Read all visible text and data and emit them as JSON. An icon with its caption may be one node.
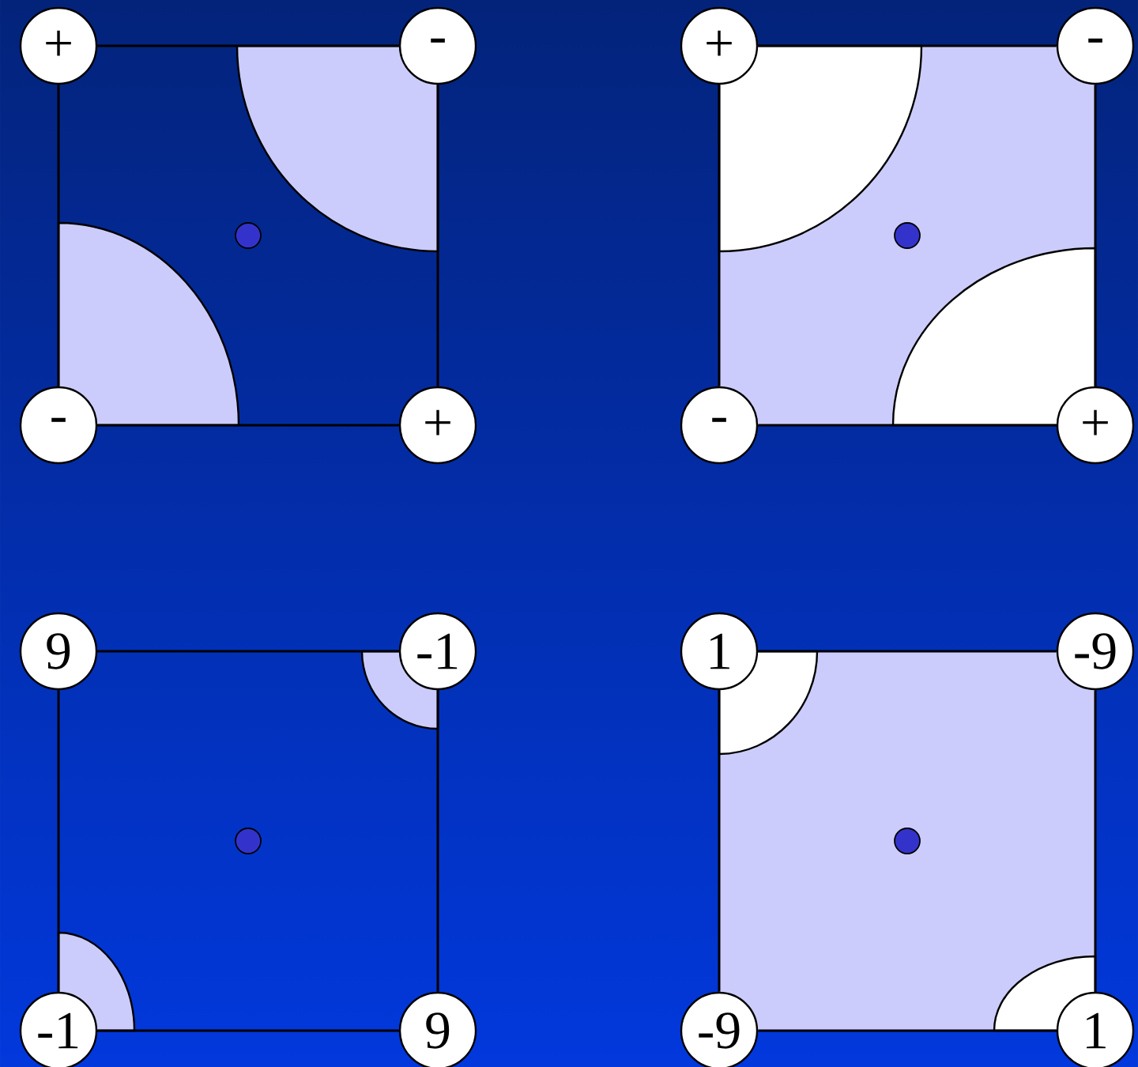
{
  "diagram": {
    "nodes": [
      {
        "text": [
          "+"
        ]
      },
      {
        "text": [
          "-"
        ]
      },
      {
        "text": [],
        "shape": "circle"
      },
      {
        "text": [
          "-"
        ]
      },
      {
        "text": [
          "+"
        ]
      },
      {
        "text": [
          "+"
        ]
      },
      {
        "text": [
          "-"
        ]
      },
      {
        "text": [],
        "shape": "circle"
      },
      {
        "text": [
          "-"
        ]
      },
      {
        "text": [
          "+"
        ]
      },
      {
        "text": [
          "9"
        ]
      },
      {
        "text": [
          "-1"
        ]
      },
      {
        "text": [],
        "shape": "circle"
      },
      {
        "text": [
          "-1"
        ]
      },
      {
        "text": [
          "9"
        ]
      },
      {
        "text": [
          "1"
        ]
      },
      {
        "text": [
          "-9"
        ]
      },
      {
        "text": [],
        "shape": "circle"
      },
      {
        "text": [
          "-9"
        ]
      },
      {
        "text": [
          "1"
        ]
      }
    ],
    "edges": [
      {
        "from": 0,
        "to": 1,
        "arrow": "none"
      },
      {
        "from": 1,
        "to": 4,
        "arrow": "none"
      },
      {
        "from": 4,
        "to": 3,
        "arrow": "none"
      },
      {
        "from": 3,
        "to": 0,
        "arrow": "none"
      },
      {
        "from": 5,
        "to": 6,
        "arrow": "none"
      },
      {
        "from": 6,
        "to": 9,
        "arrow": "none"
      },
      {
        "from": 9,
        "to": 8,
        "arrow": "none"
      },
      {
        "from": 8,
        "to": 5,
        "arrow": "none"
      },
      {
        "from": 10,
        "to": 11,
        "arrow": "none"
      },
      {
        "from": 11,
        "to": 14,
        "arrow": "none"
      },
      {
        "from": 14,
        "to": 13,
        "arrow": "none"
      },
      {
        "from": 13,
        "to": 10,
        "arrow": "none"
      },
      {
        "from": 15,
        "to": 16,
        "arrow": "none"
      },
      {
        "from": 16,
        "to": 19,
        "arrow": "none"
      },
      {
        "from": 19,
        "to": 18,
        "arrow": "none"
      },
      {
        "from": 18,
        "to": 15,
        "arrow": "none"
      }
    ]
  }
}
